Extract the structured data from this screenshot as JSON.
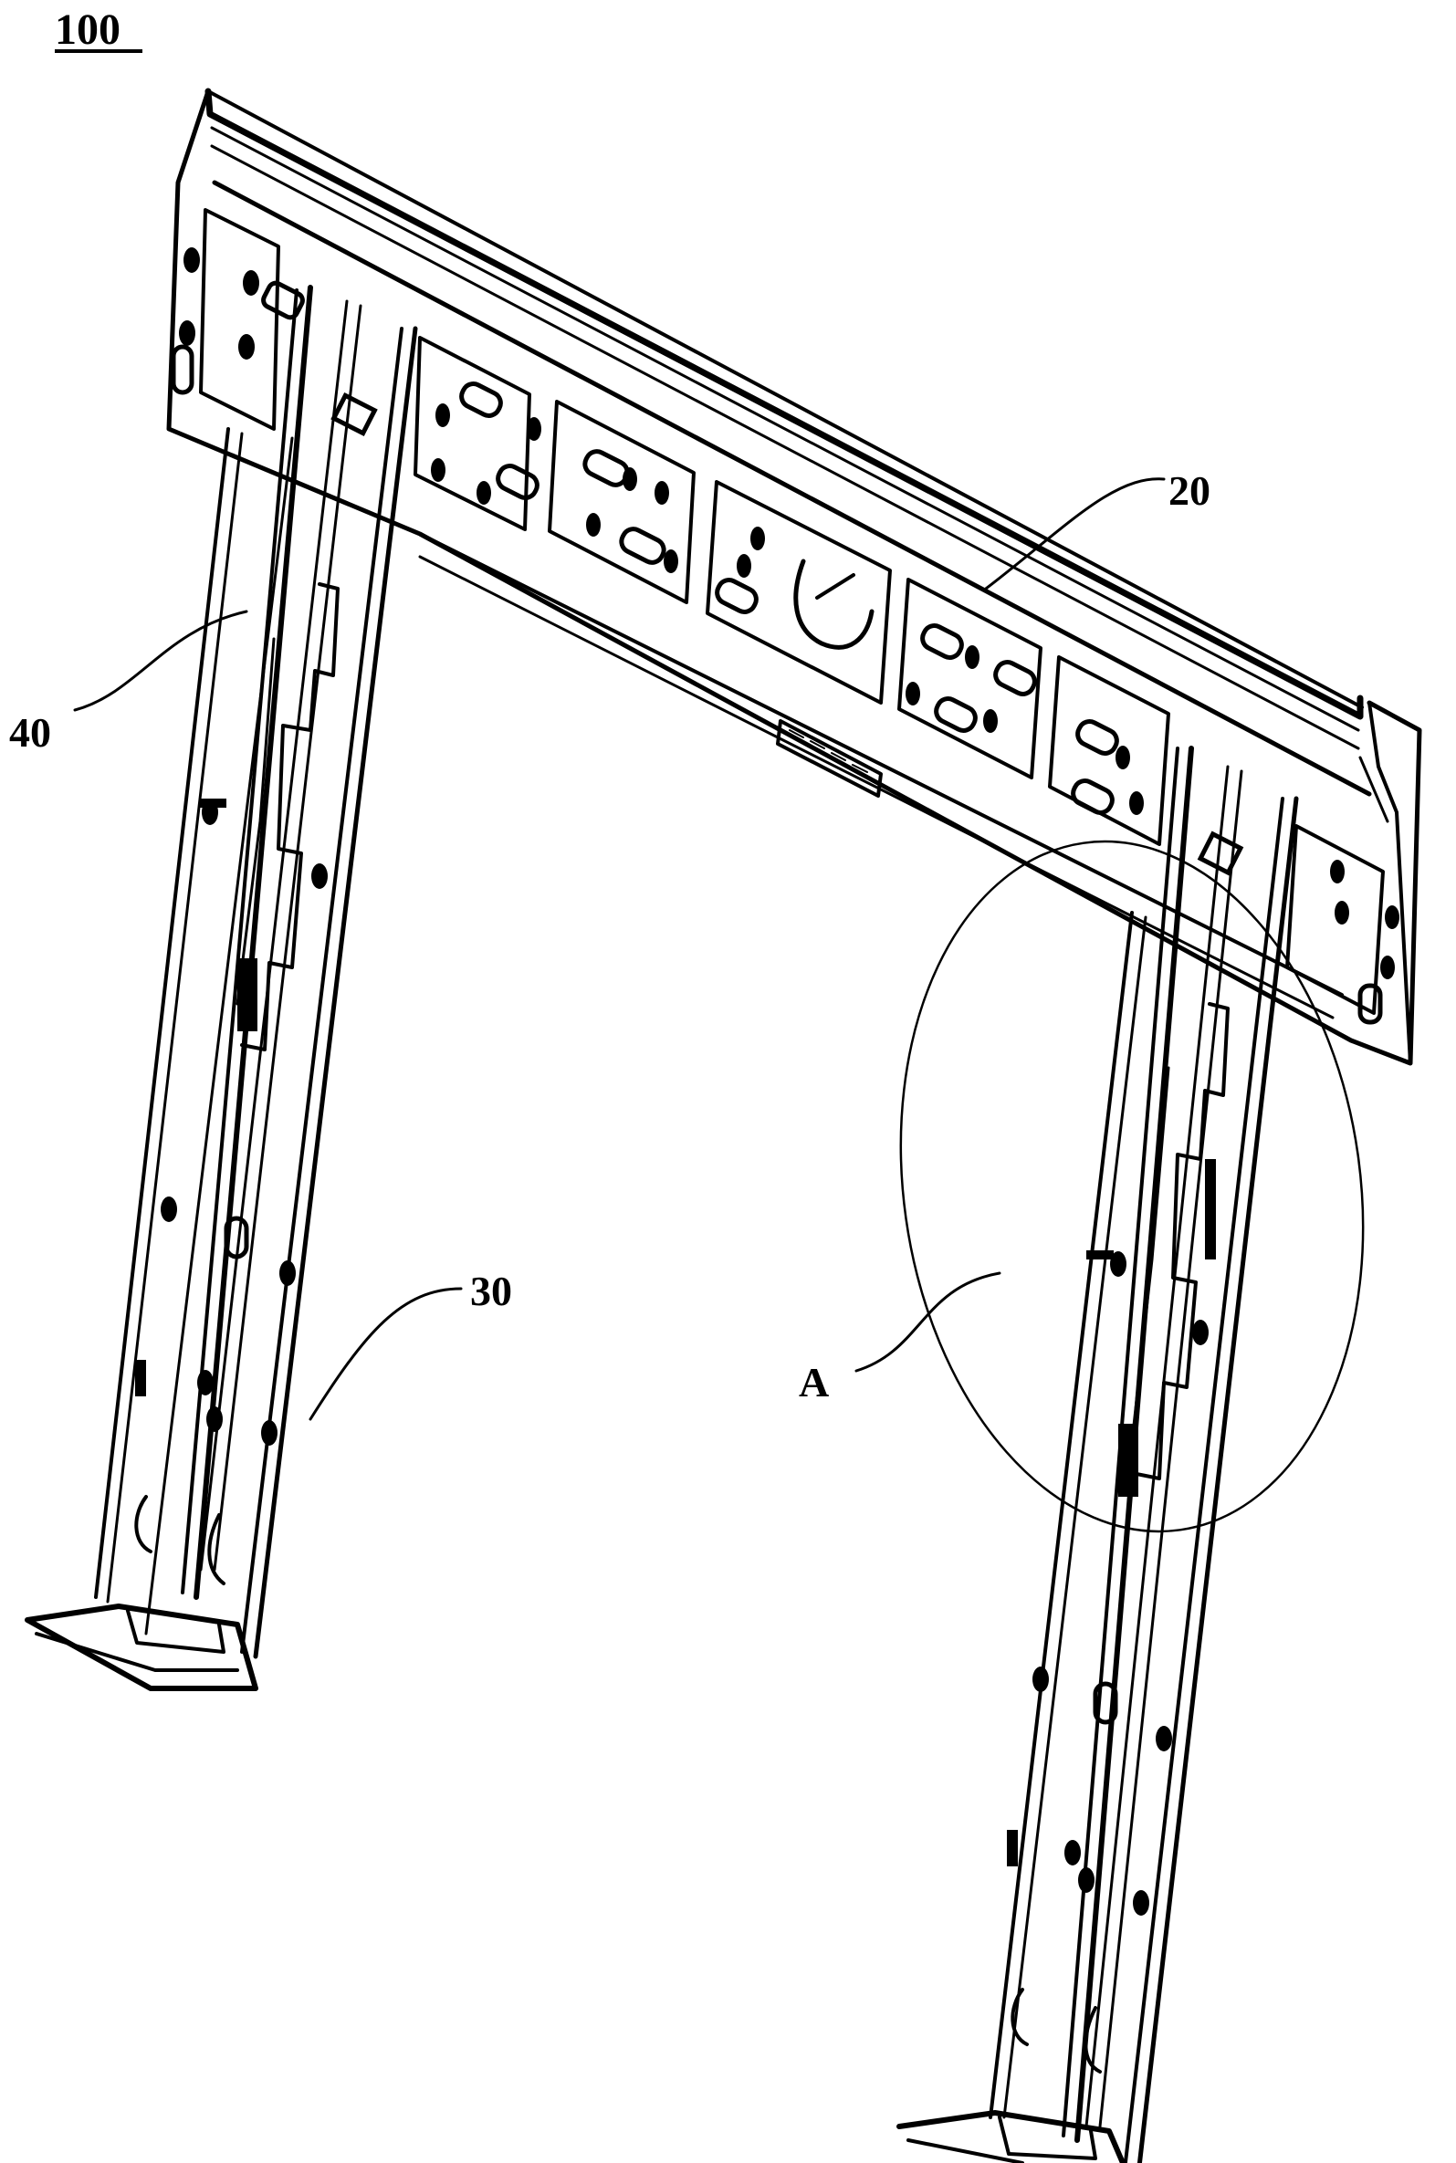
{
  "figure": {
    "number": "100",
    "labels": {
      "crossbar": "20",
      "lower_bracket": "30",
      "upper_bracket": "40",
      "detail": "A"
    }
  }
}
